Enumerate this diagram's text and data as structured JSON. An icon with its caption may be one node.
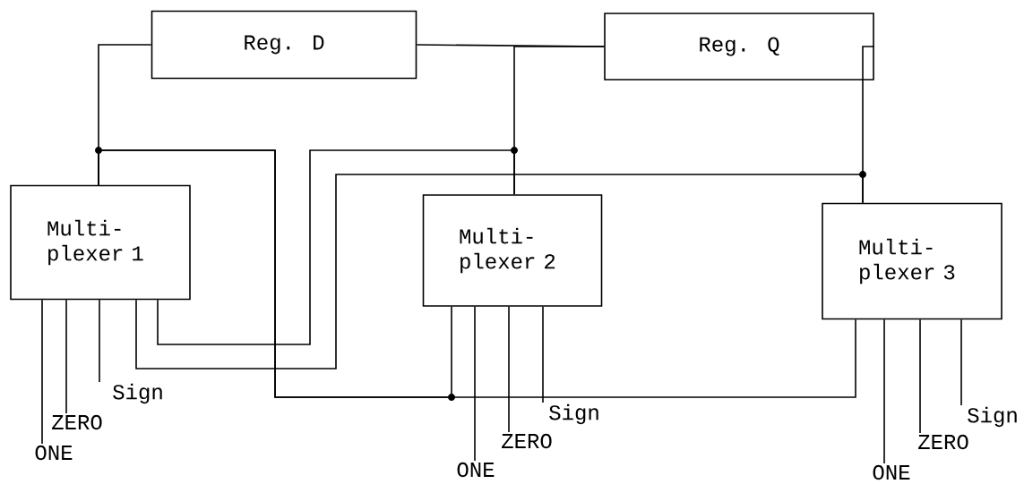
{
  "diagram": {
    "nodes": [
      {
        "text": [
          "Reg. D"
        ]
      },
      {
        "text": [
          "Reg. Q"
        ]
      },
      {
        "text": [
          "Multi- plexer 1"
        ]
      },
      {
        "text": [
          "Multi- plexer 2"
        ]
      },
      {
        "text": [
          "Multi- plexer 3"
        ]
      },
      {
        "text": [
          "ONE"
        ]
      },
      {
        "text": [
          "ZERO"
        ]
      },
      {
        "text": [
          "Sign"
        ]
      },
      {
        "text": [
          "ONE"
        ]
      },
      {
        "text": [
          "ZERO"
        ]
      },
      {
        "text": [
          "Sign"
        ]
      },
      {
        "text": [
          "ONE"
        ]
      },
      {
        "text": [
          "ZERO"
        ]
      },
      {
        "text": [
          "Sign"
        ]
      }
    ],
    "edges": [
      {
        "from": 2,
        "to": 0,
        "arrow": "none"
      },
      {
        "from": 0,
        "to": 1,
        "arrow": "none"
      },
      {
        "from": 3,
        "to": 1,
        "arrow": "none"
      },
      {
        "from": 4,
        "to": 1,
        "arrow": "none"
      },
      {
        "from": 2,
        "to": 3,
        "arrow": "none"
      },
      {
        "from": 2,
        "to": 4,
        "arrow": "none"
      },
      {
        "from": 3,
        "to": 2,
        "arrow": "none"
      },
      {
        "from": 4,
        "to": 2,
        "arrow": "none"
      },
      {
        "from": 5,
        "to": 2,
        "arrow": "none"
      },
      {
        "from": 6,
        "to": 2,
        "arrow": "none"
      },
      {
        "from": 7,
        "to": 2,
        "arrow": "none"
      },
      {
        "from": 8,
        "to": 3,
        "arrow": "none"
      },
      {
        "from": 9,
        "to": 3,
        "arrow": "none"
      },
      {
        "from": 10,
        "to": 3,
        "arrow": "none"
      },
      {
        "from": 11,
        "to": 4,
        "arrow": "none"
      },
      {
        "from": 12,
        "to": 4,
        "arrow": "none"
      },
      {
        "from": 13,
        "to": 4,
        "arrow": "none"
      }
    ]
  }
}
